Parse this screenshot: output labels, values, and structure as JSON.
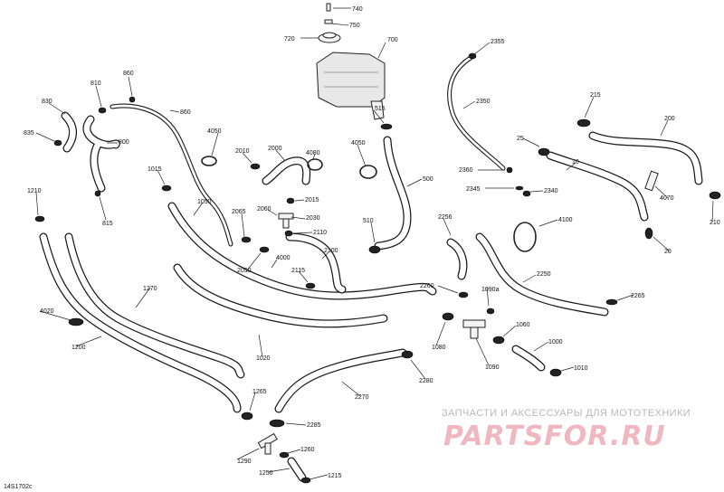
{
  "diagram": {
    "doc_code": "14S1702c",
    "watermark_top": "ЗАПЧАСТИ И АКСЕССУАРЫ ДЛЯ МОТОТЕХНИКИ",
    "watermark_logo": "PARTSFOR.RU",
    "labels": {
      "p740": "740",
      "p750": "750",
      "p720": "720",
      "p700": "700",
      "p2355": "2355",
      "p2350": "2350",
      "p515": "515",
      "p500": "500",
      "p4050a": "4050",
      "p4050b": "4050",
      "p860a": "860",
      "p860b": "860",
      "p810": "810",
      "p830": "830",
      "p835": "835",
      "p800": "800",
      "p815": "815",
      "p1015": "1015",
      "p1210": "1210",
      "p1050": "1050",
      "p2010": "2010",
      "p2000": "2000",
      "p4080": "4080",
      "p2015": "2015",
      "p2065": "2065",
      "p2060": "2060",
      "p2030": "2030",
      "p2110": "2110",
      "p2100": "2100",
      "p4000": "4000",
      "p2050": "2050",
      "p2115": "2115",
      "p510": "510",
      "p2360": "2360",
      "p2345": "2345",
      "p2340": "2340",
      "p25": "25",
      "p10": "10",
      "p215": "215",
      "p200": "200",
      "p4070": "4070",
      "p210": "210",
      "p20": "20",
      "p4100": "4100",
      "p2256": "2256",
      "p2250": "2250",
      "p2265": "2265",
      "p2260": "2260",
      "p1090a": "1090a",
      "p1060": "1060",
      "p1080": "1080",
      "p1090": "1090",
      "p1000": "1000",
      "p1010": "1010",
      "p1270": "1270",
      "p4020": "4020",
      "p1200": "1200",
      "p1020": "1020",
      "p2280": "2280",
      "p2270": "2270",
      "p1265": "1265",
      "p2285": "2285",
      "p1260": "1260",
      "p1290": "1290",
      "p1250": "1250",
      "p1215": "1215"
    }
  }
}
